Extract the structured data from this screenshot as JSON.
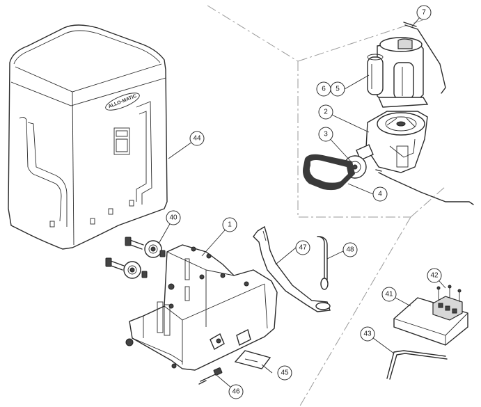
{
  "brand_logo": "ALLO·MATIC",
  "callouts": [
    {
      "id": "c1",
      "label": "1"
    },
    {
      "id": "c2",
      "label": "2"
    },
    {
      "id": "c3",
      "label": "3"
    },
    {
      "id": "c4",
      "label": "4"
    },
    {
      "id": "c5",
      "label": "5"
    },
    {
      "id": "c6",
      "label": "6"
    },
    {
      "id": "c7",
      "label": "7"
    },
    {
      "id": "c40",
      "label": "40"
    },
    {
      "id": "c41",
      "label": "41"
    },
    {
      "id": "c42",
      "label": "42"
    },
    {
      "id": "c43",
      "label": "43"
    },
    {
      "id": "c44",
      "label": "44"
    },
    {
      "id": "c45",
      "label": "45"
    },
    {
      "id": "c46",
      "label": "46"
    },
    {
      "id": "c47",
      "label": "47"
    },
    {
      "id": "c48",
      "label": "48"
    }
  ]
}
